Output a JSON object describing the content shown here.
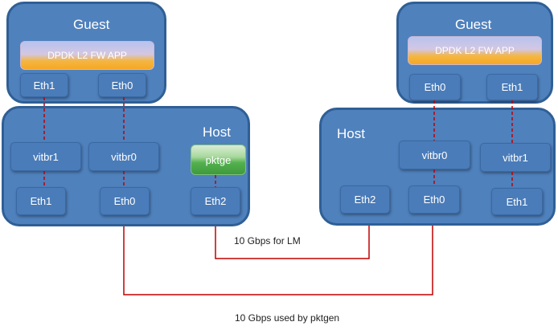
{
  "guest_left": {
    "title": "Guest",
    "app": "DPDK L2 FW APP",
    "ports": [
      "Eth1",
      "Eth0"
    ]
  },
  "guest_right": {
    "title": "Guest",
    "app": "DPDK L2 FW APP",
    "ports": [
      "Eth0",
      "Eth1"
    ]
  },
  "host_left": {
    "title": "Host",
    "bridges": [
      "vitbr1",
      "vitbr0"
    ],
    "pktgen": "pktge",
    "ports": [
      "Eth1",
      "Eth0",
      "Eth2"
    ]
  },
  "host_right": {
    "title": "Host",
    "bridges": [
      "vitbr0",
      "vitbr1"
    ],
    "ports": [
      "Eth2",
      "Eth0",
      "Eth1"
    ]
  },
  "links": {
    "lm": "10 Gbps for LM",
    "pktgen": "10 Gbps used by pktgen"
  },
  "colors": {
    "box_fill": "#4f81bd",
    "box_border": "#2f5f95",
    "link_line": "#c00000",
    "dashed_line": "#c00000"
  }
}
